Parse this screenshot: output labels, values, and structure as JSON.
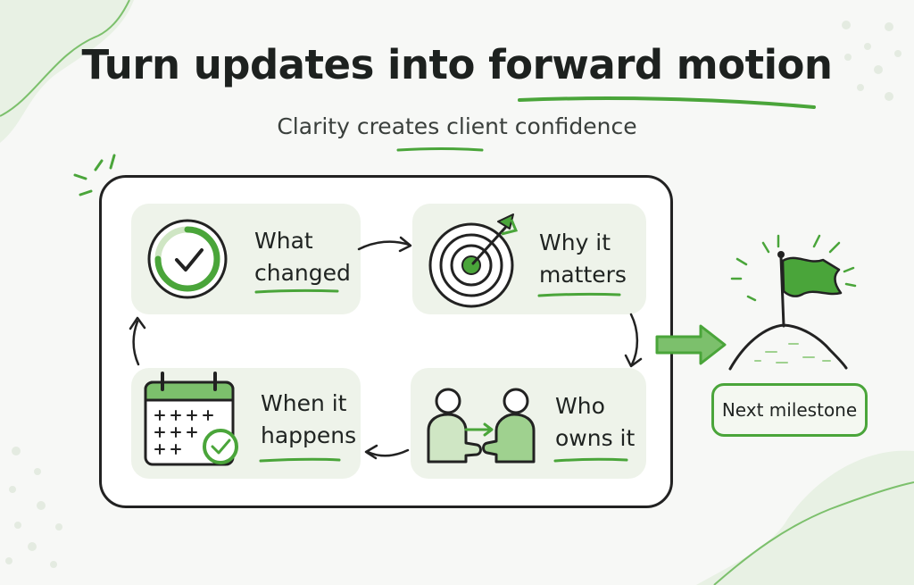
{
  "header": {
    "title_part1": "Turn updates into ",
    "title_part2": "forward motion",
    "subtitle": "Clarity creates client confidence"
  },
  "steps": [
    {
      "label": "What\nchanged",
      "icon": "progress-check-icon"
    },
    {
      "label": "Why it\nmatters",
      "icon": "target-icon"
    },
    {
      "label": "Who\nowns it",
      "icon": "handoff-icon"
    },
    {
      "label": "When it\nhappens",
      "icon": "calendar-check-icon"
    }
  ],
  "milestone": {
    "label": "Next milestone",
    "icon": "flag-hill-icon"
  },
  "colors": {
    "accent": "#4aa53a",
    "accent_light": "#cfe6c4",
    "card_bg": "#eef3ea",
    "ink": "#1f2321",
    "page_bg": "#f7f8f6"
  }
}
